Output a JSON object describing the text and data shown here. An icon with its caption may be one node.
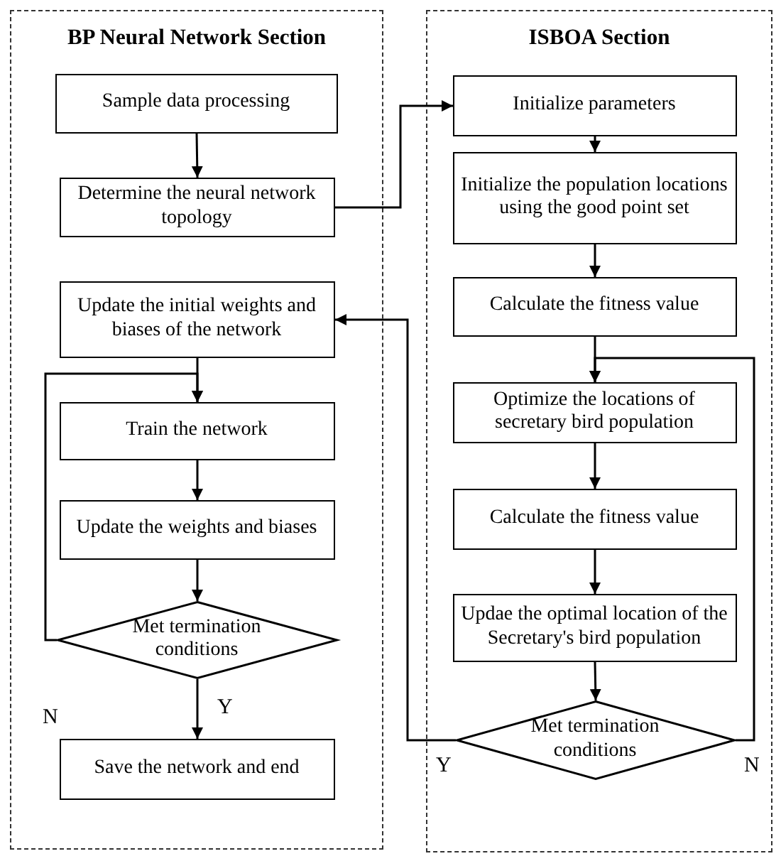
{
  "diagram": {
    "nodes": [
      {
        "text": [
          "BP Neural Network Section"
        ]
      },
      {
        "text": [
          "Sample data processing"
        ],
        "in": 0
      },
      {
        "text": [
          "Determine the neural network topology"
        ],
        "in": 0
      },
      {
        "text": [
          "Update the initial weights and biases of the network"
        ],
        "in": 0
      },
      {
        "text": [
          "Train the network"
        ],
        "in": 0
      },
      {
        "text": [
          "Update the weights and biases"
        ],
        "in": 0
      },
      {
        "text": [
          "Met termination conditions"
        ],
        "in": 0
      },
      {
        "text": [
          "Save the network and end"
        ],
        "in": 0
      },
      {
        "text": [
          "ISBOA Section"
        ]
      },
      {
        "text": [
          "Initialize parameters"
        ],
        "in": 8
      },
      {
        "text": [
          "Initialize the  population locations using the good point set"
        ],
        "in": 8
      },
      {
        "text": [
          "Calculate the fitness value"
        ],
        "in": 8
      },
      {
        "text": [
          "Optimize the locations of secretary bird population"
        ],
        "in": 8
      },
      {
        "text": [
          "Calculate the fitness value"
        ],
        "in": 8
      },
      {
        "text": [
          "Updae the optimal location of the Secretary's bird population"
        ],
        "in": 8
      },
      {
        "text": [
          "Met termination conditions"
        ],
        "in": 8
      }
    ],
    "edges": [
      {
        "from": 1,
        "to": 2,
        "arrow": "to"
      },
      {
        "from": 2,
        "to": 9,
        "arrow": "to"
      },
      {
        "from": 3,
        "to": 4,
        "arrow": "to"
      },
      {
        "from": 4,
        "to": 5,
        "arrow": "to"
      },
      {
        "from": 5,
        "to": 6,
        "arrow": "to"
      },
      {
        "from": 6,
        "to": 7,
        "arrow": "to",
        "label": "Y"
      },
      {
        "from": 6,
        "to": 4,
        "arrow": "to",
        "label": "N"
      },
      {
        "from": 9,
        "to": 10,
        "arrow": "to"
      },
      {
        "from": 10,
        "to": 11,
        "arrow": "to"
      },
      {
        "from": 11,
        "to": 12,
        "arrow": "to"
      },
      {
        "from": 12,
        "to": 13,
        "arrow": "to"
      },
      {
        "from": 13,
        "to": 14,
        "arrow": "to"
      },
      {
        "from": 14,
        "to": 15,
        "arrow": "to"
      },
      {
        "from": 15,
        "to": 12,
        "arrow": "to",
        "label": "N"
      },
      {
        "from": 15,
        "to": 3,
        "arrow": "to",
        "label": "Y"
      }
    ]
  }
}
